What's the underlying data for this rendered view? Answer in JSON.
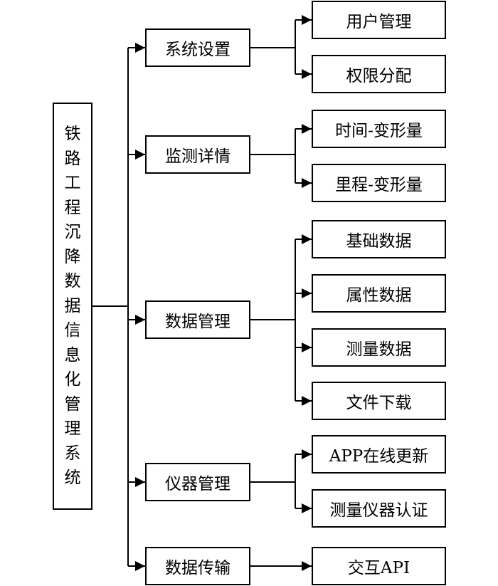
{
  "root": {
    "label": "铁路工程沉降数据信息化管理系统"
  },
  "modules": [
    {
      "label": "系统设置",
      "children": [
        "用户管理",
        "权限分配"
      ]
    },
    {
      "label": "监测详情",
      "children": [
        "时间-变形量",
        "里程-变形量"
      ]
    },
    {
      "label": "数据管理",
      "children": [
        "基础数据",
        "属性数据",
        "测量数据",
        "文件下载"
      ]
    },
    {
      "label": "仪器管理",
      "children": [
        "APP在线更新",
        "测量仪器认证"
      ]
    },
    {
      "label": "数据传输",
      "children": [
        "交互API"
      ]
    }
  ]
}
